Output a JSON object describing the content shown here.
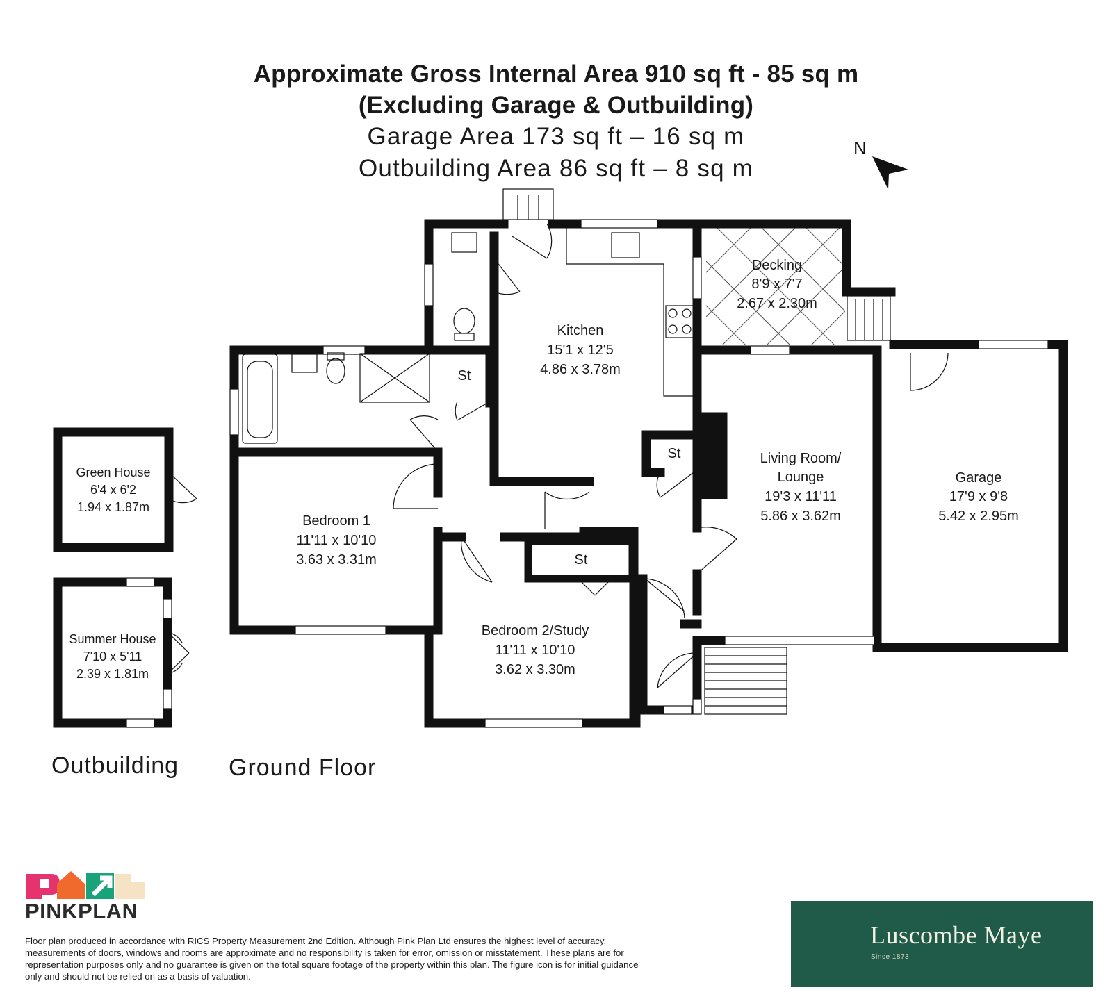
{
  "header": {
    "line1": "Approximate Gross Internal Area 910 sq ft - 85 sq m",
    "line2": "(Excluding Garage & Outbuilding)",
    "line3": "Garage Area 173 sq ft – 16 sq m",
    "line4": "Outbuilding Area 86 sq ft – 8 sq m"
  },
  "compass": {
    "label": "N"
  },
  "rooms": {
    "kitchen": {
      "name": "Kitchen",
      "imperial": "15'1 x 12'5",
      "metric": "4.86 x 3.78m"
    },
    "decking": {
      "name": "Decking",
      "imperial": "8'9 x 7'7",
      "metric": "2.67 x 2.30m"
    },
    "living": {
      "name1": "Living Room/",
      "name2": "Lounge",
      "imperial": "19'3 x 11'11",
      "metric": "5.86 x 3.62m"
    },
    "garage": {
      "name": "Garage",
      "imperial": "17'9 x 9'8",
      "metric": "5.42 x 2.95m"
    },
    "bedroom1": {
      "name": "Bedroom 1",
      "imperial": "11'11 x 10'10",
      "metric": "3.63 x 3.31m"
    },
    "bedroom2": {
      "name": "Bedroom 2/Study",
      "imperial": "11'11 x 10'10",
      "metric": "3.62 x 3.30m"
    },
    "greenhouse": {
      "name": "Green House",
      "imperial": "6'4 x 6'2",
      "metric": "1.94 x 1.87m"
    },
    "summerhouse": {
      "name": "Summer House",
      "imperial": "7'10 x 5'11",
      "metric": "2.39 x 1.81m"
    },
    "store1": "St",
    "store2": "St",
    "store3": "St"
  },
  "floors": {
    "outbuilding": "Outbuilding",
    "ground": "Ground Floor"
  },
  "footer": {
    "pinkplan_logo": "PINKPLAN",
    "disclaimer": "Floor plan produced in accordance with RICS Property Measurement 2nd Edition. Although Pink Plan Ltd ensures the highest level of accuracy, measurements of doors, windows and rooms are approximate and no responsibility is taken for error, omission or misstatement. These plans are for representation purposes only and no guarantee is given on the total square footage of the property within this plan. The figure icon is for initial guidance only and should not be relied on as a basis of valuation.",
    "agent_name": "Luscombe Maye",
    "agent_since": "Since 1873"
  },
  "colors": {
    "wall": "#111111",
    "agent_bg": "#1f5b48",
    "agent_leaf": "#c9a64a",
    "logo_pink": "#e5336f",
    "logo_orange": "#f06a2e",
    "logo_green": "#1aa37a",
    "logo_teal": "#17a2a0"
  }
}
